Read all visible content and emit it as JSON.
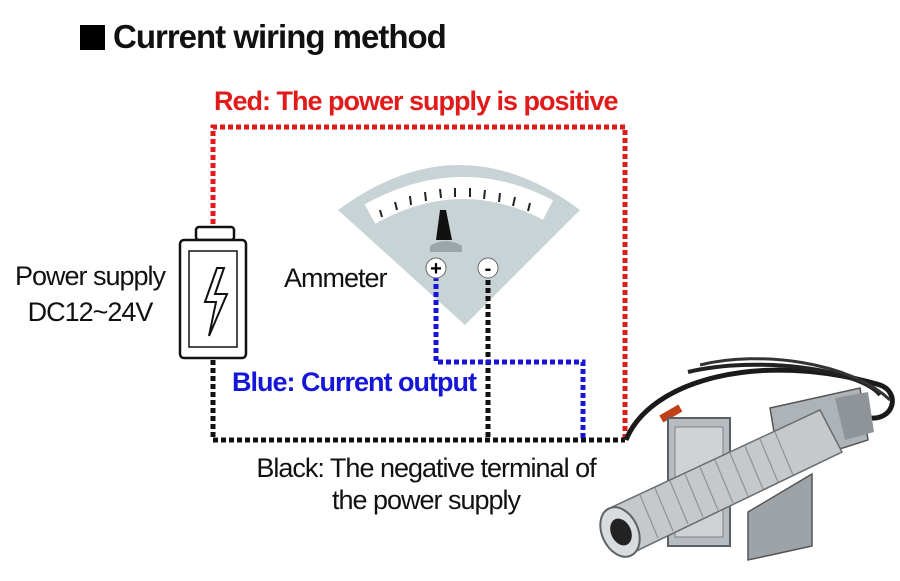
{
  "title": "Current wiring method",
  "labels": {
    "red_wire": "Red: The power supply is positive",
    "power_supply_line1": "Power supply",
    "power_supply_line2": "DC12~24V",
    "ammeter": "Ammeter",
    "blue_wire": "Blue: Current output",
    "black_wire_line1": "Black: The negative terminal of",
    "black_wire_line2": "the power supply"
  },
  "ammeter_terminals": {
    "positive": "+",
    "negative": "-"
  },
  "colors": {
    "red_wire": "#e11a1a",
    "blue_wire": "#1616d8",
    "black_wire": "#111111",
    "meter_face": "#c8d3d6",
    "background": "#ffffff"
  },
  "icons": [
    "battery-icon",
    "lightning-icon",
    "ammeter-icon",
    "sensor-probe-icon"
  ]
}
